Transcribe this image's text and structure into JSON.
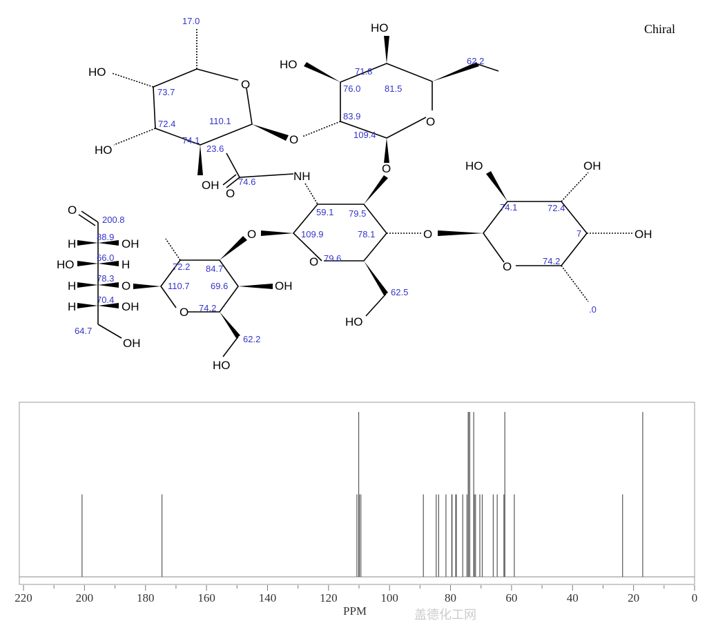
{
  "structure": {
    "chiral_label": "Chiral",
    "atoms": {
      "O": "O",
      "OH": "OH",
      "HO": "HO",
      "H": "H",
      "NH": "NH"
    },
    "shift_labels": [
      "17.0",
      "73.7",
      "72.4",
      "74.1",
      "110.1",
      "23.6",
      "74.6",
      "76.0",
      "71.8",
      "81.5",
      "83.9",
      "109.4",
      "62.2",
      "59.1",
      "79.5",
      "109.9",
      "78.1",
      "79.6",
      "62.5",
      "74.1",
      "72.4",
      "7",
      "74.2",
      ".0",
      "200.8",
      "88.9",
      "66.0",
      "78.3",
      "70.4",
      "64.7",
      "72.2",
      "84.7",
      "110.7",
      "69.6",
      "74.2",
      "62.2"
    ]
  },
  "watermark": "盖德化工网",
  "chart_data": {
    "type": "bar",
    "title": "13C NMR spectrum (predicted)",
    "xlabel": "PPM",
    "ylabel": "",
    "xlim": [
      220,
      0
    ],
    "x_ticks": [
      220,
      200,
      180,
      160,
      140,
      120,
      100,
      80,
      60,
      40,
      20,
      0
    ],
    "x_tick_labels": [
      "220",
      "200",
      "180",
      "160",
      "140",
      "120",
      "100",
      "80",
      "60",
      "40",
      "20",
      "0"
    ],
    "grid": false,
    "peaks": [
      {
        "ppm": 200.8,
        "intensity": 0.5
      },
      {
        "ppm": 174.6,
        "intensity": 0.5
      },
      {
        "ppm": 110.7,
        "intensity": 0.5
      },
      {
        "ppm": 110.1,
        "intensity": 1.0
      },
      {
        "ppm": 109.9,
        "intensity": 0.5
      },
      {
        "ppm": 109.4,
        "intensity": 0.5
      },
      {
        "ppm": 88.9,
        "intensity": 0.5
      },
      {
        "ppm": 84.7,
        "intensity": 0.5
      },
      {
        "ppm": 83.9,
        "intensity": 0.5
      },
      {
        "ppm": 81.5,
        "intensity": 0.5
      },
      {
        "ppm": 79.6,
        "intensity": 0.5
      },
      {
        "ppm": 79.5,
        "intensity": 0.5
      },
      {
        "ppm": 78.3,
        "intensity": 0.5
      },
      {
        "ppm": 78.1,
        "intensity": 0.5
      },
      {
        "ppm": 76.0,
        "intensity": 0.5
      },
      {
        "ppm": 74.6,
        "intensity": 0.5
      },
      {
        "ppm": 74.2,
        "intensity": 1.0
      },
      {
        "ppm": 74.1,
        "intensity": 1.0
      },
      {
        "ppm": 73.7,
        "intensity": 1.0
      },
      {
        "ppm": 72.4,
        "intensity": 1.0
      },
      {
        "ppm": 72.2,
        "intensity": 0.5
      },
      {
        "ppm": 71.8,
        "intensity": 0.5
      },
      {
        "ppm": 70.4,
        "intensity": 0.5
      },
      {
        "ppm": 69.6,
        "intensity": 0.5
      },
      {
        "ppm": 66.0,
        "intensity": 0.5
      },
      {
        "ppm": 64.7,
        "intensity": 0.5
      },
      {
        "ppm": 62.5,
        "intensity": 0.5
      },
      {
        "ppm": 62.2,
        "intensity": 1.0
      },
      {
        "ppm": 59.1,
        "intensity": 0.5
      },
      {
        "ppm": 23.6,
        "intensity": 0.5
      },
      {
        "ppm": 17.0,
        "intensity": 1.0
      }
    ]
  }
}
